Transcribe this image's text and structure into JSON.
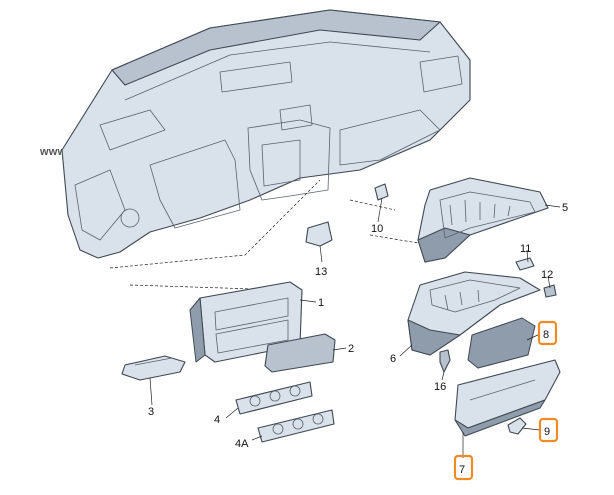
{
  "watermark": "www.pouzite-autodily.cz",
  "callouts": {
    "c1": "1",
    "c2": "2",
    "c3": "3",
    "c4": "4",
    "c4a": "4A",
    "c5": "5",
    "c6": "6",
    "c7": "7",
    "c8": "8",
    "c9": "9",
    "c10": "10",
    "c11": "11",
    "c12": "12",
    "c13": "13",
    "c16": "16"
  },
  "highlighted": [
    "7",
    "8",
    "9"
  ],
  "colors": {
    "highlight": "#f08a24",
    "part": "#d9e1ea",
    "outline": "#3f4852"
  }
}
